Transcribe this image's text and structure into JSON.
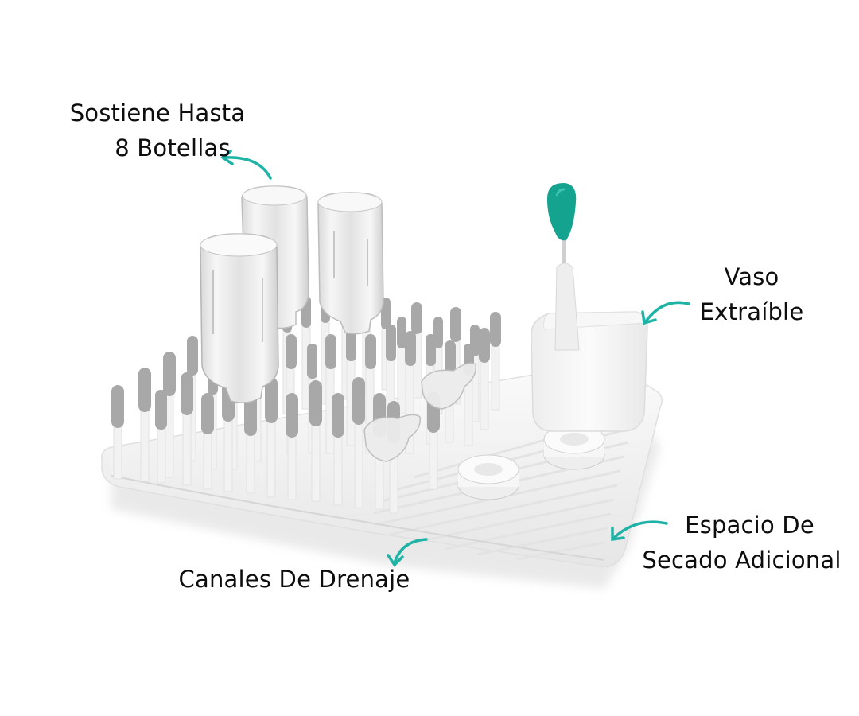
{
  "image": {
    "kind": "annotated product photo",
    "product": "bottle drying rack with removable cup",
    "accent_color": "#1fb3a6",
    "peg_tip_color": "#a8a8a8",
    "tray_color": "#f4f4f4",
    "brush_head_color": "#13a38f"
  },
  "callouts": [
    {
      "id": "bottles",
      "lines": [
        "Sostiene Hasta",
        "8 Botellas"
      ]
    },
    {
      "id": "cup",
      "lines": [
        "Vaso",
        "Extraíble"
      ]
    },
    {
      "id": "extra",
      "lines": [
        "Espacio De",
        "Secado Adicional"
      ]
    },
    {
      "id": "drain",
      "lines": [
        "Canales De Drenaje"
      ]
    }
  ]
}
